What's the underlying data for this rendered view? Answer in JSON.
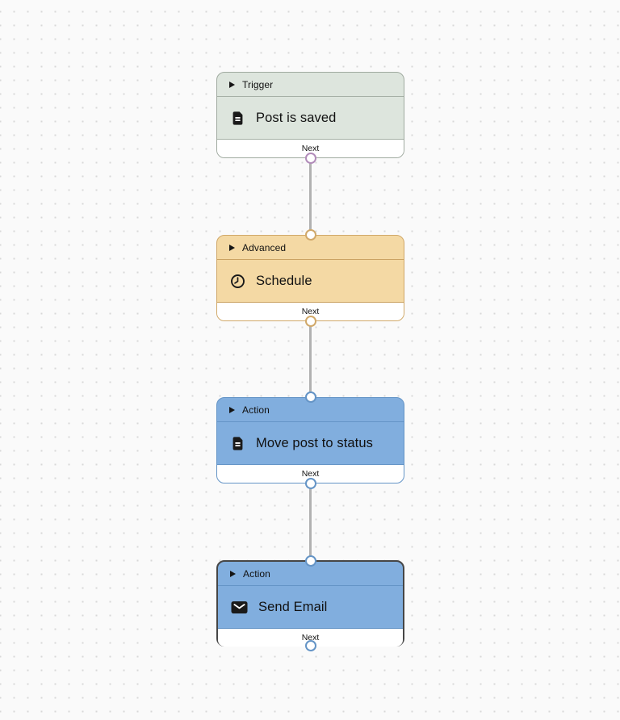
{
  "canvas": {
    "background_color": "#fafafa",
    "dot_color": "#d8d8d8",
    "connector_color": "#b1b1b1"
  },
  "nodes": [
    {
      "category": "Trigger",
      "label": "Post is saved",
      "icon": "document-icon",
      "next_label": "Next",
      "selected": false,
      "ports": {
        "input": false,
        "output": true
      },
      "colors": {
        "fill": "#dde5dd",
        "outline": "#a0aaa0",
        "divider": "#a6b0a6",
        "port": "#b18bb9"
      }
    },
    {
      "category": "Advanced",
      "label": "Schedule",
      "icon": "clock-icon",
      "next_label": "Next",
      "selected": false,
      "ports": {
        "input": true,
        "output": true
      },
      "colors": {
        "fill": "#f4d9a4",
        "outline": "#d0a869",
        "divider": "#cba363",
        "port": "#d0a869"
      }
    },
    {
      "category": "Action",
      "label": "Move post to status",
      "icon": "document-icon",
      "next_label": "Next",
      "selected": false,
      "ports": {
        "input": true,
        "output": true
      },
      "colors": {
        "fill": "#81aede",
        "outline": "#6494c6",
        "divider": "#6494c6",
        "port": "#6494c6"
      }
    },
    {
      "category": "Action",
      "label": "Send Email",
      "icon": "envelope-icon",
      "next_label": "Next",
      "selected": true,
      "ports": {
        "input": true,
        "output": true
      },
      "colors": {
        "fill": "#81aede",
        "outline": "#464646",
        "divider": "#6494c6",
        "port": "#6494c6"
      }
    }
  ]
}
